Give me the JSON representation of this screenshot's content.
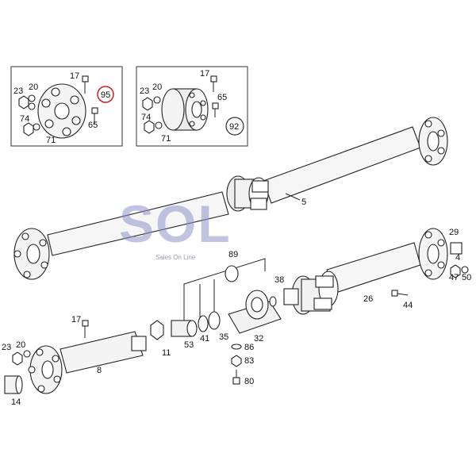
{
  "watermark": {
    "brand": "SOL",
    "tagline": "Sales On Line"
  },
  "highlight_color": "#cc2222",
  "inset_left": {
    "labels": [
      "17",
      "20",
      "23",
      "95",
      "74",
      "65",
      "71"
    ],
    "circled": "95"
  },
  "inset_right": {
    "labels": [
      "17",
      "23",
      "20",
      "65",
      "74",
      "71",
      "92"
    ],
    "circled": "92"
  },
  "callouts": {
    "p5": "5",
    "p29": "29",
    "p4": "4",
    "p47": "47",
    "p50": "50",
    "p89": "89",
    "p38": "38",
    "p26": "26",
    "p44": "44",
    "p17": "17",
    "p23": "23",
    "p20": "20",
    "p14": "14",
    "p8": "8",
    "p11": "11",
    "p53": "53",
    "p41": "41",
    "p35": "35",
    "p32": "32",
    "p86": "86",
    "p83": "83",
    "p80": "80"
  }
}
